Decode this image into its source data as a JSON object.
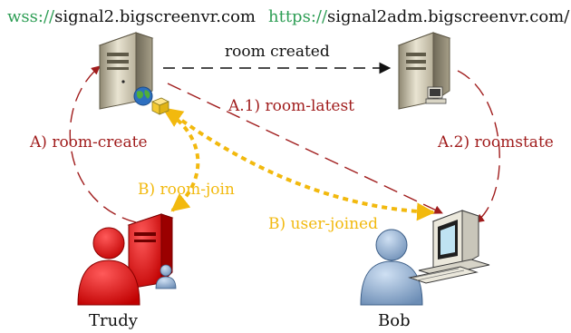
{
  "urls": {
    "signal_scheme": "wss://",
    "signal_host": "signal2.bigscreenvr.com",
    "admin_scheme": "https://",
    "admin_host": "signal2adm.bigscreenvr.com/"
  },
  "edges": {
    "room_created": "room created",
    "room_latest": "A.1) room-latest",
    "room_create": "A) room-create",
    "roomstate": "A.2) roomstate",
    "room_join": "B) room-join",
    "user_joined": "B) user-joined"
  },
  "actors": {
    "trudy": "Trudy",
    "bob": "Bob"
  },
  "colors": {
    "url_scheme": "#2e9e55",
    "arrow_red": "#a01c1c",
    "arrow_gold": "#f2b90e",
    "arrow_black": "#111111",
    "trudy_red": "#d81414",
    "bob_blue": "#7f9dc0"
  }
}
